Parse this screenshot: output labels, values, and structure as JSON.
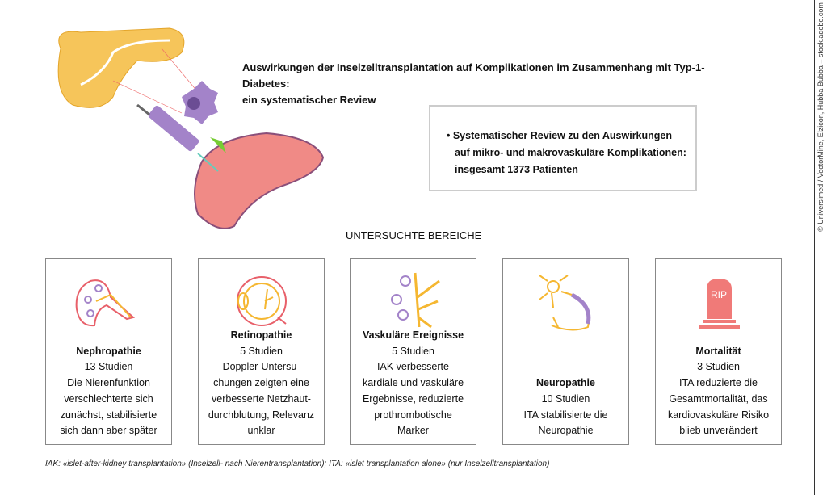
{
  "title_line1": "Auswirkungen der Inselzelltransplantation auf Komplikationen im Zusammenhang mit Typ-1-Diabetes:",
  "title_line2": "ein systematischer Review",
  "summary": {
    "line1": "• Systematischer Review zu den Auswirkungen",
    "line2": "auf mikro- und makrovaskuläre Komplikationen:",
    "line3": "insgesamt 1373 Patienten"
  },
  "section_heading": "UNTERSUCHTE BEREICHE",
  "cards": [
    {
      "title": "Nephropathie",
      "count": "13 Studien",
      "lines": [
        "Die Nierenfunktion",
        "verschlechterte sich",
        "zunächst, stabilisierte",
        "sich dann aber später"
      ],
      "icon": "kidney-icon"
    },
    {
      "title": "Retinopathie",
      "count": "5 Studien",
      "lines": [
        "Doppler-Untersu-",
        "chungen zeigten eine",
        "verbesserte Netzhaut-",
        "durchblutung, Relevanz",
        "unklar"
      ],
      "icon": "eye-icon"
    },
    {
      "title": "Vaskuläre Ereignisse",
      "count": "5 Studien",
      "lines": [
        "IAK verbesserte",
        "kardiale und vaskuläre",
        "Ergebnisse, reduzierte",
        "prothrombotische",
        "Marker"
      ],
      "icon": "blood-vessel-icon"
    },
    {
      "title": "Neuropathie",
      "count": "10 Studien",
      "lines": [
        "ITA stabilisierte die",
        "Neuropathie"
      ],
      "icon": "neuron-icon"
    },
    {
      "title": "Mortalität",
      "count": "3 Studien",
      "lines": [
        "ITA reduzierte die",
        "Gesamtmortalität, das",
        "kardiovaskuläre Risiko",
        "blieb unverändert"
      ],
      "icon": "gravestone-icon",
      "icon_text": "RIP"
    }
  ],
  "footnote": "IAK: «islet-after-kidney transplantation» (Inselzell- nach Nierentransplantation); ITA: «islet transplantation alone» (nur Inselzelltransplantation)",
  "credit": "© Universimed / VectorMine, Elzicon, Hubba Bubba – stock.adobe.com",
  "colors": {
    "red": "#e8606a",
    "orange": "#f5b731",
    "purple": "#a383c9",
    "liver": "#f08a86"
  }
}
